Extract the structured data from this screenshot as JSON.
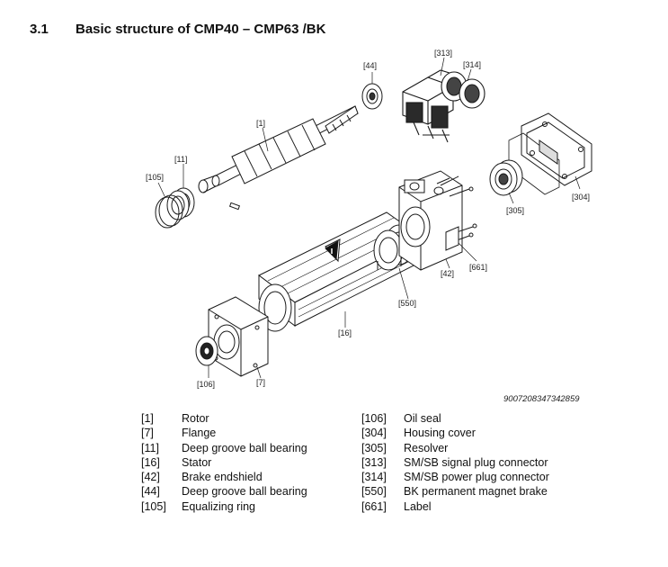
{
  "section": {
    "number": "3.1",
    "title": "Basic structure of CMP40 – CMP63 /BK"
  },
  "figure": {
    "id": "9007208347342859",
    "callouts": {
      "c44": "[44]",
      "c313": "[313]",
      "c314": "[314]",
      "c1": "[1]",
      "c11": "[11]",
      "c105": "[105]",
      "c305": "[305]",
      "c304": "[304]",
      "c661": "[661]",
      "c42": "[42]",
      "c550": "[550]",
      "c16": "[16]",
      "c106": "[106]",
      "c7": "[7]"
    },
    "warning_symbol": "warning-triangle-icon"
  },
  "legend": {
    "left": [
      {
        "num": "[1]",
        "label": "Rotor"
      },
      {
        "num": "[7]",
        "label": "Flange"
      },
      {
        "num": "[11]",
        "label": "Deep groove ball bearing"
      },
      {
        "num": "[16]",
        "label": "Stator"
      },
      {
        "num": "[42]",
        "label": "Brake endshield"
      },
      {
        "num": "[44]",
        "label": "Deep groove ball bearing"
      },
      {
        "num": "[105]",
        "label": "Equalizing ring"
      }
    ],
    "right": [
      {
        "num": "[106]",
        "label": "Oil seal"
      },
      {
        "num": "[304]",
        "label": "Housing cover"
      },
      {
        "num": "[305]",
        "label": "Resolver"
      },
      {
        "num": "[313]",
        "label": "SM/SB signal plug connector"
      },
      {
        "num": "[314]",
        "label": "SM/SB power plug connector"
      },
      {
        "num": "[550]",
        "label": "BK permanent magnet brake"
      },
      {
        "num": "[661]",
        "label": "Label"
      }
    ]
  }
}
